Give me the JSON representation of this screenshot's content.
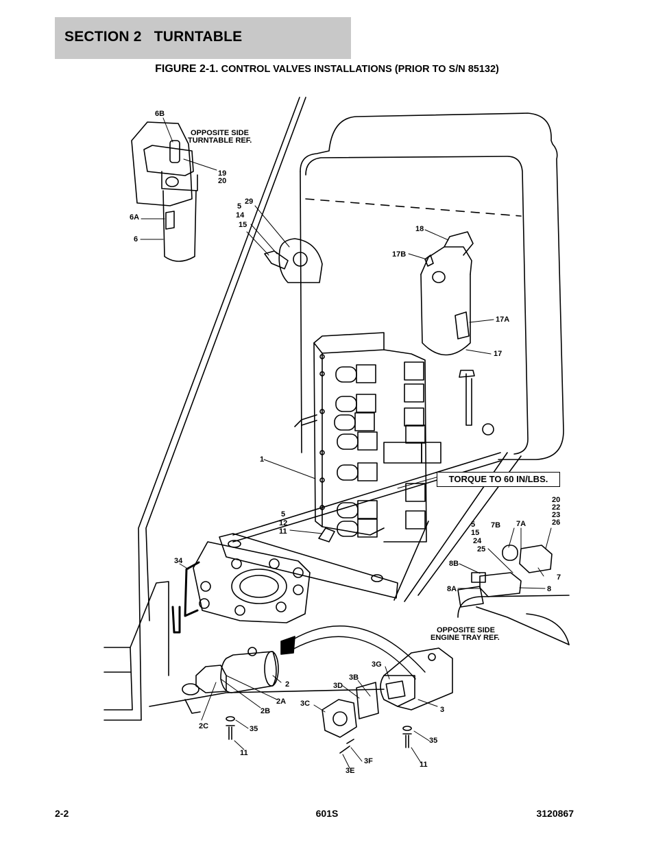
{
  "header": {
    "section": "SECTION 2",
    "title": "TURNTABLE"
  },
  "figure": {
    "number": "FIGURE 2-1.",
    "caption": "CONTROL VALVES INSTALLATIONS (PRIOR TO S/N 85132)"
  },
  "callouts": {
    "torque": "TORQUE TO 60 IN/LBS.",
    "opposite_turntable_1": "OPPOSITE SIDE",
    "opposite_turntable_2": "TURNTABLE REF.",
    "opposite_engine_1": "OPPOSITE SIDE",
    "opposite_engine_2": "ENGINE TRAY REF."
  },
  "labels": {
    "l6B": "6B",
    "l19": "19",
    "l20": "20",
    "l6A": "6A",
    "l6": "6",
    "l29": "29",
    "l5a": "5",
    "l14": "14",
    "l15a": "15",
    "l18": "18",
    "l17B": "17B",
    "l17A": "17A",
    "l17": "17",
    "l1": "1",
    "l5b": "5",
    "l12": "12",
    "l11a": "11",
    "l20b": "20",
    "l22": "22",
    "l23": "23",
    "l26": "26",
    "l5c": "5",
    "l15b": "15",
    "l24": "24",
    "l25": "25",
    "l7B": "7B",
    "l7A": "7A",
    "l7": "7",
    "l8B": "8B",
    "l8A": "8A",
    "l8": "8",
    "l34": "34",
    "l3G": "3G",
    "l3B": "3B",
    "l3D": "3D",
    "l3C": "3C",
    "l3": "3",
    "l35a": "35",
    "l35b": "35",
    "l11b": "11",
    "l11c": "11",
    "l3F": "3F",
    "l3E": "3E",
    "l2": "2",
    "l2A": "2A",
    "l2B": "2B",
    "l2C": "2C"
  },
  "footer": {
    "page": "2-2",
    "model": "601S",
    "doc_number": "3120867"
  }
}
